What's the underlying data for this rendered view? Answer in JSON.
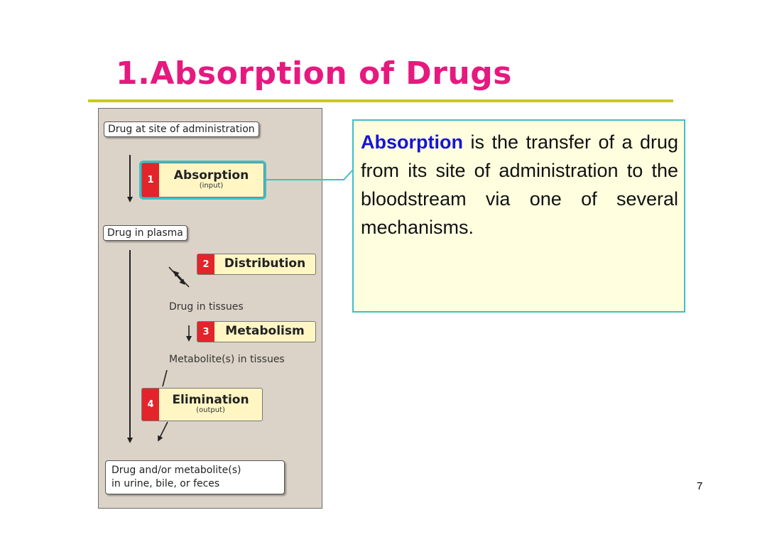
{
  "slide": {
    "title": "1.Absorption of Drugs",
    "page_number": "7",
    "colors": {
      "title": "#e6197f",
      "rule": "#c9c91a",
      "accent": "#3cc0c7",
      "term": "#1515d6",
      "step_number_bg": "#e3242b",
      "step_bg": "#fff6c4",
      "figure_bg": "#dcd3c8"
    }
  },
  "figure": {
    "nodes": {
      "site": "Drug at site of administration",
      "plasma": "Drug in plasma",
      "tissues": "Drug in tissues",
      "metabolites": "Metabolite(s) in tissues",
      "excreted_line1": "Drug and/or metabolite(s)",
      "excreted_line2": "in urine, bile, or feces"
    },
    "steps": [
      {
        "number": "1",
        "label": "Absorption",
        "sub": "(input)"
      },
      {
        "number": "2",
        "label": "Distribution",
        "sub": ""
      },
      {
        "number": "3",
        "label": "Metabolism",
        "sub": ""
      },
      {
        "number": "4",
        "label": "Elimination",
        "sub": "(output)"
      }
    ]
  },
  "callout": {
    "term": "Absorption",
    "text": "is the transfer of a drug from its site of administration to the bloodstream via one of several mechanisms."
  }
}
